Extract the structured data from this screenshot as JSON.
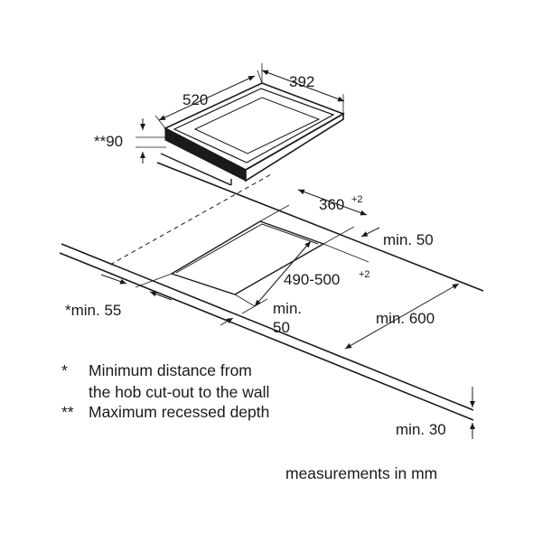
{
  "hob": {
    "width": "392",
    "depth": "520",
    "recessed_depth": "**90"
  },
  "cutout": {
    "width": "360",
    "width_tol": "+2",
    "depth": "490-500",
    "depth_tol": "+2",
    "front_min": "min.",
    "front_min_value": "50"
  },
  "worktop": {
    "back_min": "min. 50",
    "wall_min": "*min. 55",
    "depth_min": "min. 600",
    "thickness_min": "min. 30"
  },
  "notes": [
    {
      "mark": "*",
      "lines": [
        "Minimum distance from",
        "the hob cut-out to the wall"
      ]
    },
    {
      "mark": "**",
      "lines": [
        "Maximum recessed depth"
      ]
    }
  ],
  "units": "measurements in mm"
}
